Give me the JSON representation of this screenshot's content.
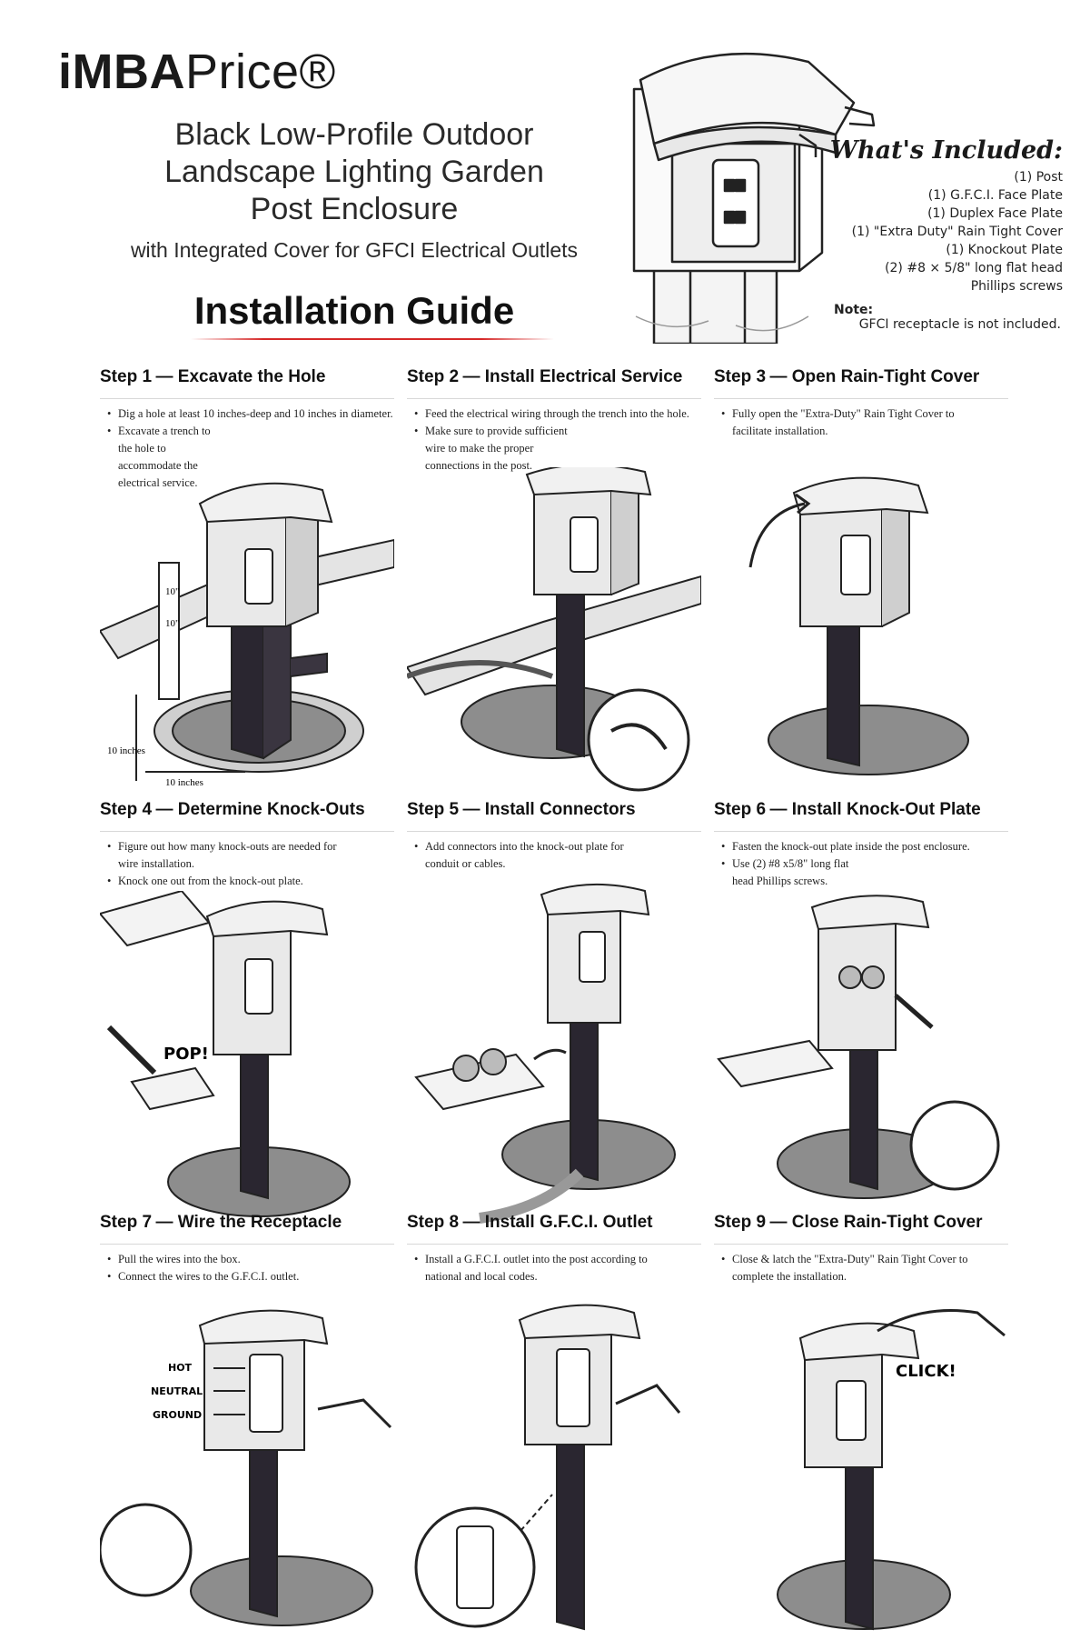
{
  "header": {
    "brand_bold": "iMBA",
    "brand_regular": "Price®",
    "title_lines": [
      "Black Low-Profile Outdoor",
      "Landscape Lighting Garden",
      "Post Enclosure"
    ],
    "subtitle": "with Integrated Cover for GFCI Electrical Outlets",
    "guide_title": "Installation Guide"
  },
  "included": {
    "title": "What's Included:",
    "items": [
      "(1) Post",
      "(1) G.F.C.I. Face Plate",
      "(1) Duplex Face Plate",
      "(1) \"Extra Duty\" Rain Tight Cover",
      "(1) Knockout Plate",
      "(2) #8 × 5/8\" long flat head",
      "Phillips screws"
    ],
    "note_label": "Note:",
    "note_text": "GFCI receptacle is not included."
  },
  "steps": [
    {
      "number": "Step 1",
      "name": "Excavate the Hole",
      "bullets": [
        "Dig a hole at least 10 inches-deep and 10 inches in diameter.",
        "Excavate a trench to the hole to accommodate the electrical service."
      ],
      "callouts": [
        "10\"",
        "10\"",
        "10 inches",
        "10 inches"
      ]
    },
    {
      "number": "Step 2",
      "name": "Install Electrical Service",
      "bullets": [
        "Feed the electrical wiring through the trench into the hole.",
        "Make sure to provide sufficient wire to make the proper connections in the post."
      ],
      "callouts": []
    },
    {
      "number": "Step 3",
      "name": "Open Rain-Tight Cover",
      "bullets": [
        "Fully open the \"Extra-Duty\" Rain Tight Cover to facilitate installation."
      ],
      "callouts": []
    },
    {
      "number": "Step 4",
      "name": "Determine Knock-Outs",
      "bullets": [
        "Figure out how many knock-outs are needed for wire installation.",
        "Knock one out from the knock-out plate."
      ],
      "callouts": [
        "POP!"
      ]
    },
    {
      "number": "Step 5",
      "name": "Install Connectors",
      "bullets": [
        "Add connectors into the knock-out plate for conduit or cables."
      ],
      "callouts": []
    },
    {
      "number": "Step 6",
      "name": "Install Knock-Out Plate",
      "bullets": [
        "Fasten the knock-out plate inside the post enclosure.",
        "Use (2) #8 x5/8\" long flat head Phillips screws."
      ],
      "callouts": []
    },
    {
      "number": "Step 7",
      "name": "Wire the Receptacle",
      "bullets": [
        "Pull the wires into the box.",
        "Connect the wires to the G.F.C.I. outlet."
      ],
      "callouts": [
        "HOT",
        "NEUTRAL",
        "GROUND"
      ]
    },
    {
      "number": "Step 8",
      "name": "Install G.F.C.I. Outlet",
      "bullets": [
        "Install a G.F.C.I. outlet into the post according to national and local codes."
      ],
      "callouts": []
    },
    {
      "number": "Step 9",
      "name": "Close Rain-Tight Cover",
      "bullets": [
        "Close & latch the \"Extra-Duty\" Rain Tight Cover to complete the installation."
      ],
      "callouts": [
        "CLICK!"
      ]
    }
  ],
  "colors": {
    "accent_red": "#d62828",
    "post_dark": "#2a2630",
    "cover_grey": "#dcdcdc"
  }
}
